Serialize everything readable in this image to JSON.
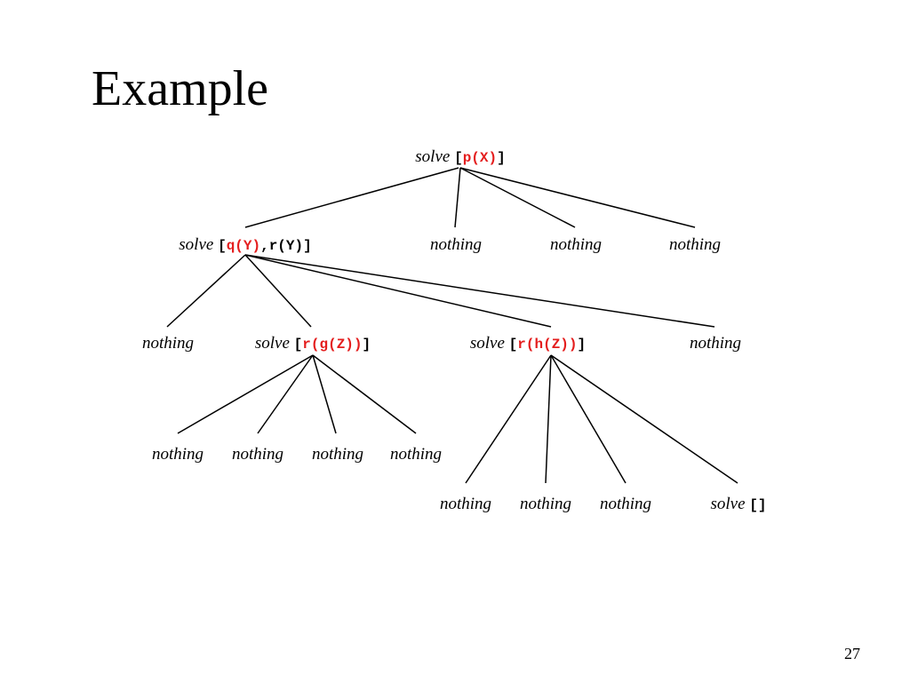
{
  "slide": {
    "title": "Example",
    "page_number": "27"
  },
  "colors": {
    "text": "#000000",
    "highlight": "#e41e1e",
    "edge": "#000000"
  },
  "tree": {
    "root": {
      "keyword": "solve",
      "goal_open": "[",
      "goal_highlight": "p(X)",
      "goal_close": "]"
    },
    "level1": {
      "solve_node": {
        "keyword": "solve",
        "goal_open": "[",
        "goal_highlight": "q(Y)",
        "goal_rest": ",r(Y)]"
      },
      "nothing_1": "nothing",
      "nothing_2": "nothing",
      "nothing_3": "nothing"
    },
    "level2": {
      "nothing_left": "nothing",
      "solve_g": {
        "keyword": "solve",
        "goal_open": "[",
        "goal_highlight": "r(g(Z))",
        "goal_close": "]"
      },
      "solve_h": {
        "keyword": "solve",
        "goal_open": "[",
        "goal_highlight": "r(h(Z))",
        "goal_close": "]"
      },
      "nothing_right": "nothing"
    },
    "level3": {
      "nothing_1": "nothing",
      "nothing_2": "nothing",
      "nothing_3": "nothing",
      "nothing_4": "nothing"
    },
    "level4": {
      "nothing_1": "nothing",
      "nothing_2": "nothing",
      "nothing_3": "nothing",
      "solve_empty": {
        "keyword": "solve",
        "goal": "[]"
      }
    }
  }
}
